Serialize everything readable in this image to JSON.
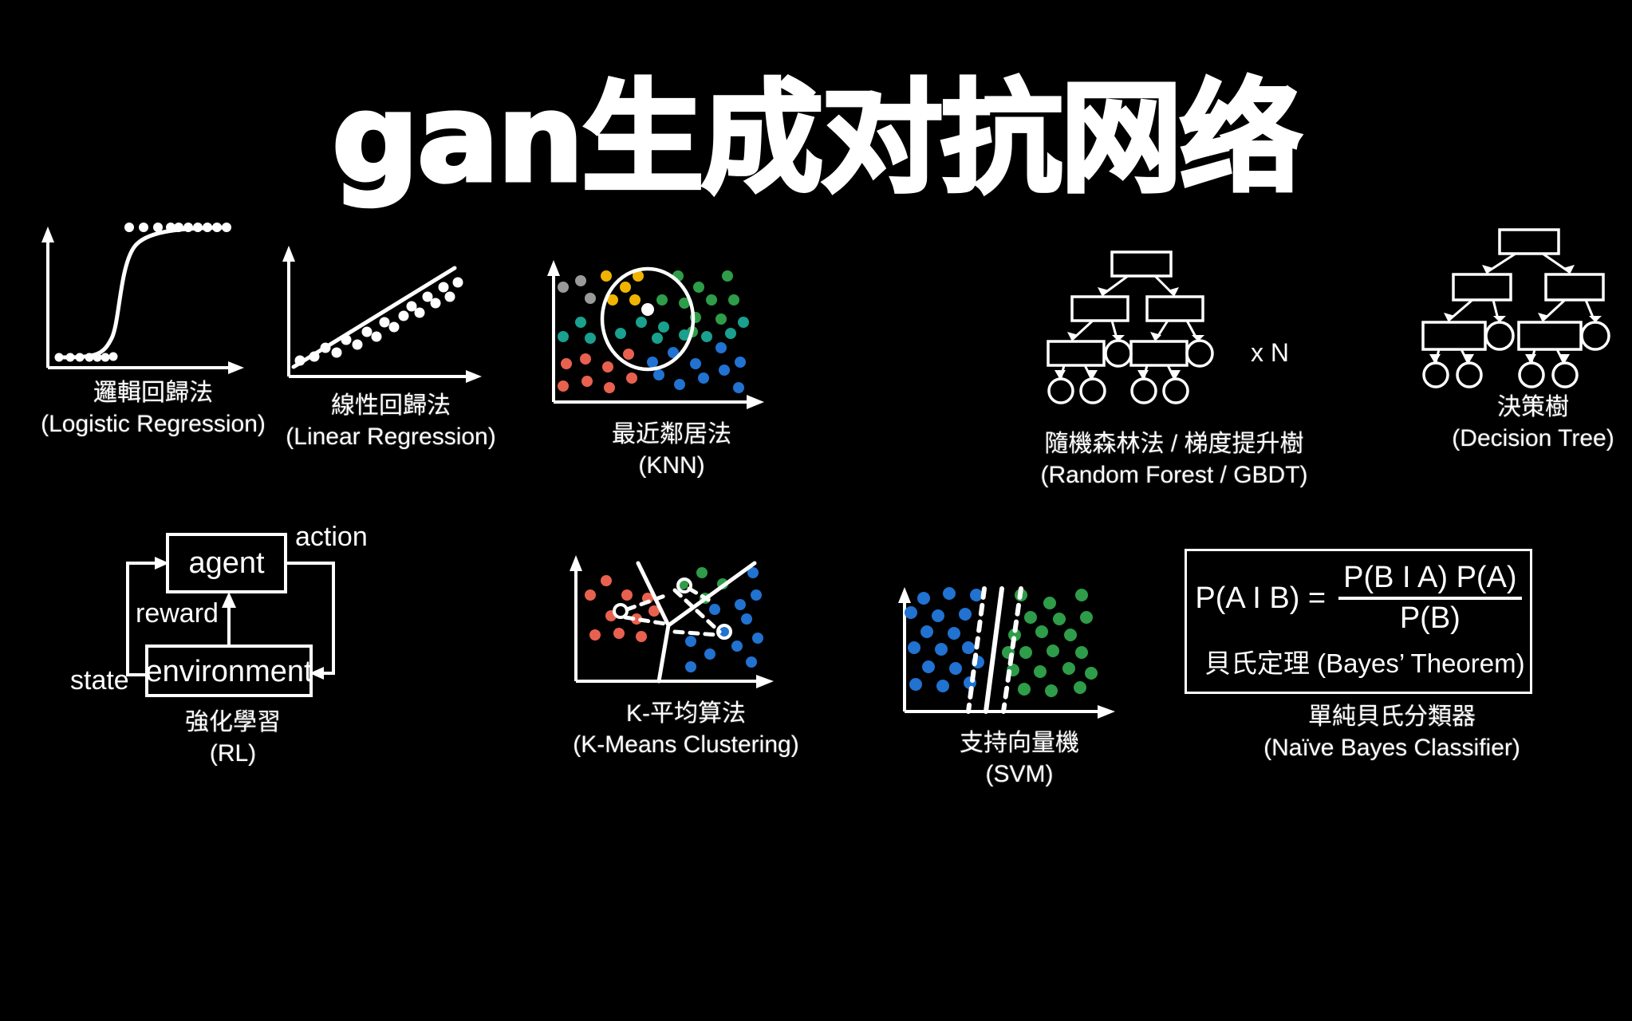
{
  "page": {
    "background_color": "#000000",
    "foreground_color": "#ffffff",
    "title": "gan生成对抗网络"
  },
  "cards": [
    {
      "id": "logistic-regression",
      "name_cn": "邏輯回歸法",
      "name_en": "(Logistic Regression)"
    },
    {
      "id": "linear-regression",
      "name_cn": "線性回歸法",
      "name_en": "(Linear Regression)"
    },
    {
      "id": "knn",
      "name_cn": "最近鄰居法",
      "name_en": "(KNN)"
    },
    {
      "id": "random-forest",
      "name_cn": "隨機森林法 / 梯度提升樹",
      "name_en": "(Random Forest / GBDT)",
      "multiplier_label": "x N"
    },
    {
      "id": "decision-tree",
      "name_cn": "決策樹",
      "name_en": "(Decision Tree)"
    },
    {
      "id": "reinforcement-learning",
      "name_cn": "強化學習",
      "name_en": "(RL)",
      "node_agent": "agent",
      "node_environment": "environment",
      "edge_action": "action",
      "edge_reward": "reward",
      "edge_state": "state"
    },
    {
      "id": "k-means",
      "name_cn": "K-平均算法",
      "name_en": "(K-Means Clustering)"
    },
    {
      "id": "svm",
      "name_cn": "支持向量機",
      "name_en": "(SVM)"
    },
    {
      "id": "naive-bayes",
      "name_cn": "單純貝氏分類器",
      "name_en": "(Naïve Bayes Classifier)",
      "formula_lhs": "P(A I B) =",
      "formula_numerator": "P(B I A) P(A)",
      "formula_denominator": "P(B)",
      "theorem_label": "貝氏定理 (Bayes’ Theorem)"
    }
  ],
  "chart_data": [
    {
      "id": "logistic-regression",
      "type": "scatter",
      "title": "邏輯回歸法 (Logistic Regression)",
      "xlabel": "",
      "ylabel": "",
      "xlim": [
        0,
        100
      ],
      "ylim": [
        0,
        100
      ],
      "grid": false,
      "curve": "sigmoid",
      "series": [
        {
          "name": "class-0-points",
          "color": "#ffffff",
          "x": [
            9,
            16,
            22,
            28,
            33,
            38,
            44
          ],
          "y": [
            5,
            5,
            5,
            5,
            5,
            5,
            5
          ]
        },
        {
          "name": "class-1-points",
          "color": "#ffffff",
          "x": [
            52,
            60,
            66,
            70,
            74,
            78,
            82,
            86,
            90,
            95
          ],
          "y": [
            95,
            95,
            95,
            95,
            95,
            95,
            95,
            95,
            95,
            95
          ]
        }
      ]
    },
    {
      "id": "linear-regression",
      "type": "scatter",
      "title": "線性回歸法 (Linear Regression)",
      "xlabel": "",
      "ylabel": "",
      "xlim": [
        0,
        100
      ],
      "ylim": [
        0,
        100
      ],
      "grid": false,
      "fit_line": {
        "slope": 0.78,
        "intercept": 8,
        "color": "#ffffff"
      },
      "series": [
        {
          "name": "observations",
          "color": "#ffffff",
          "x": [
            8,
            16,
            22,
            28,
            34,
            40,
            46,
            52,
            58,
            63,
            68,
            72,
            76,
            80,
            84,
            88,
            92,
            96
          ],
          "y": [
            14,
            11,
            20,
            24,
            18,
            30,
            34,
            29,
            40,
            48,
            42,
            55,
            52,
            62,
            70,
            64,
            80,
            74
          ]
        }
      ]
    },
    {
      "id": "knn",
      "type": "scatter",
      "title": "最近鄰居法 (KNN)",
      "xlabel": "",
      "ylabel": "",
      "xlim": [
        0,
        100
      ],
      "ylim": [
        0,
        100
      ],
      "grid": false,
      "query_point": {
        "x": 46,
        "y": 66,
        "color": "#ffffff"
      },
      "neighborhood_circle": {
        "cx": 46,
        "cy": 63,
        "r": 23,
        "color": "#ffffff"
      },
      "series": [
        {
          "name": "gray-class",
          "color": "#9a9a9a",
          "x": [
            9,
            18,
            22
          ],
          "y": [
            85,
            88,
            76
          ]
        },
        {
          "name": "yellow-class",
          "color": "#f0b400",
          "x": [
            29,
            36,
            40,
            31,
            44
          ],
          "y": [
            90,
            83,
            90,
            76,
            76
          ]
        },
        {
          "name": "green-class",
          "color": "#2e9c48",
          "x": [
            58,
            68,
            74,
            82,
            62,
            70,
            78,
            84,
            66
          ],
          "y": [
            90,
            84,
            78,
            90,
            76,
            70,
            76,
            66,
            62
          ]
        },
        {
          "name": "teal-class",
          "color": "#19a08e",
          "x": [
            12,
            18,
            24,
            31,
            38,
            45,
            52,
            58,
            66,
            72,
            80,
            86
          ],
          "y": [
            58,
            64,
            55,
            58,
            52,
            55,
            58,
            56,
            52,
            58,
            52,
            55
          ]
        },
        {
          "name": "blue-class",
          "color": "#2172d1",
          "x": [
            48,
            55,
            62,
            68,
            74,
            80,
            86,
            52,
            60,
            70,
            78,
            84
          ],
          "y": [
            42,
            36,
            44,
            30,
            40,
            36,
            46,
            28,
            24,
            22,
            26,
            34
          ]
        },
        {
          "name": "red-class",
          "color": "#e8614f",
          "x": [
            10,
            16,
            22,
            28,
            34,
            12,
            20,
            30,
            36
          ],
          "y": [
            34,
            40,
            30,
            36,
            44,
            24,
            22,
            26,
            20
          ]
        }
      ]
    },
    {
      "id": "random-forest",
      "type": "tree-diagram",
      "title": "隨機森林法 / 梯度提升樹 (Random Forest / GBDT)",
      "levels": 4,
      "node_shapes": [
        "rect",
        "rect",
        "rect+circle",
        "circle"
      ],
      "annotation": "x N"
    },
    {
      "id": "decision-tree",
      "type": "tree-diagram",
      "title": "決策樹 (Decision Tree)",
      "levels": 4,
      "node_shapes": [
        "rect",
        "rect",
        "rect+circle",
        "circle"
      ]
    },
    {
      "id": "reinforcement-learning",
      "type": "flow-diagram",
      "title": "強化學習 (RL)",
      "nodes": [
        "agent",
        "environment"
      ],
      "edges": [
        "action",
        "reward",
        "state"
      ]
    },
    {
      "id": "k-means",
      "type": "scatter",
      "title": "K-平均算法 (K-Means Clustering)",
      "xlabel": "",
      "ylabel": "",
      "xlim": [
        0,
        100
      ],
      "ylim": [
        0,
        100
      ],
      "grid": false,
      "boundaries": "voronoi",
      "centroids": [
        {
          "x": 20,
          "y": 57,
          "cluster": "red"
        },
        {
          "x": 41,
          "y": 83,
          "cluster": "green"
        },
        {
          "x": 69,
          "y": 40,
          "cluster": "blue"
        }
      ],
      "series": [
        {
          "name": "red-cluster",
          "color": "#e8614f",
          "x": [
            13,
            6,
            20,
            26,
            15,
            30,
            22,
            9,
            18,
            28,
            34
          ],
          "y": [
            84,
            71,
            70,
            68,
            57,
            57,
            52,
            44,
            46,
            52,
            44
          ]
        },
        {
          "name": "green-cluster",
          "color": "#2e9c48",
          "x": [
            50,
            44,
            61,
            53,
            58
          ],
          "y": [
            90,
            80,
            81,
            70,
            71
          ]
        },
        {
          "name": "blue-cluster",
          "color": "#2172d1",
          "x": [
            80,
            64,
            74,
            86,
            91,
            70,
            60,
            78,
            88,
            66,
            82,
            57,
            74
          ],
          "y": [
            88,
            66,
            62,
            70,
            60,
            44,
            38,
            42,
            44,
            30,
            32,
            24,
            22
          ]
        }
      ]
    },
    {
      "id": "svm",
      "type": "scatter",
      "title": "支持向量機 (SVM)",
      "xlabel": "",
      "ylabel": "",
      "xlim": [
        0,
        100
      ],
      "ylim": [
        0,
        100
      ],
      "grid": false,
      "hyperplane": {
        "style": "solid",
        "color": "#ffffff"
      },
      "margins": {
        "style": "dashed",
        "color": "#ffffff"
      },
      "series": [
        {
          "name": "blue-class",
          "color": "#2172d1",
          "x": [
            8,
            16,
            26,
            36,
            6,
            20,
            32,
            12,
            24,
            4,
            18,
            30,
            10,
            22,
            34,
            8,
            26,
            14
          ],
          "y": [
            88,
            92,
            94,
            92,
            80,
            78,
            80,
            68,
            66,
            60,
            58,
            60,
            44,
            42,
            44,
            28,
            26,
            16
          ]
        },
        {
          "name": "green-class",
          "color": "#2e9c48",
          "x": [
            58,
            70,
            82,
            92,
            62,
            74,
            86,
            56,
            68,
            80,
            90,
            60,
            72,
            84,
            94,
            64,
            76,
            88
          ],
          "y": [
            94,
            88,
            90,
            92,
            78,
            80,
            78,
            66,
            68,
            66,
            70,
            54,
            56,
            54,
            58,
            40,
            42,
            40
          ]
        }
      ]
    },
    {
      "id": "naive-bayes",
      "type": "formula",
      "title": "單純貝氏分類器 (Naïve Bayes Classifier)",
      "formula": "P(A|B) = P(B|A) P(A) / P(B)"
    }
  ]
}
